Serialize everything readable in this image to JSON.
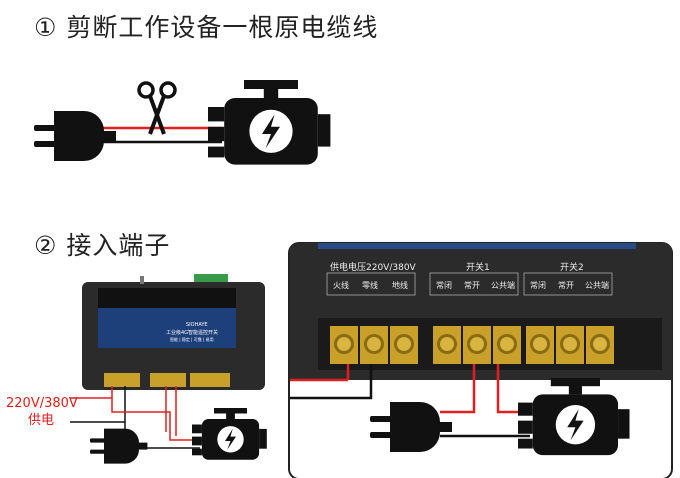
{
  "step1": {
    "title": "① 剪断工作设备一根原电缆线"
  },
  "step2": {
    "title": "② 接入端子"
  },
  "supply_label": {
    "voltage": "220V/380V",
    "text": "供电"
  },
  "device": {
    "brand": "SIOHAYE",
    "product": "工业级4G智能遥控开关",
    "slogan": "智能 | 稳定 | 可靠 | 易用",
    "power_group": "供电电压220V/380V",
    "power_terminals": [
      "火线",
      "零线",
      "地线"
    ],
    "switch1_group": "开关1",
    "switch2_group": "开关2",
    "switch_terminals": [
      "常闭",
      "常开",
      "公共端"
    ]
  },
  "colors": {
    "wire_live": "#e02020",
    "wire_neutral": "#111111",
    "device_body": "#2b2b2b",
    "panel_blue": "#1d3f7a",
    "terminal_brass": "#b8901c"
  },
  "icons": [
    "plug-icon",
    "scissors-icon",
    "motor-icon"
  ]
}
